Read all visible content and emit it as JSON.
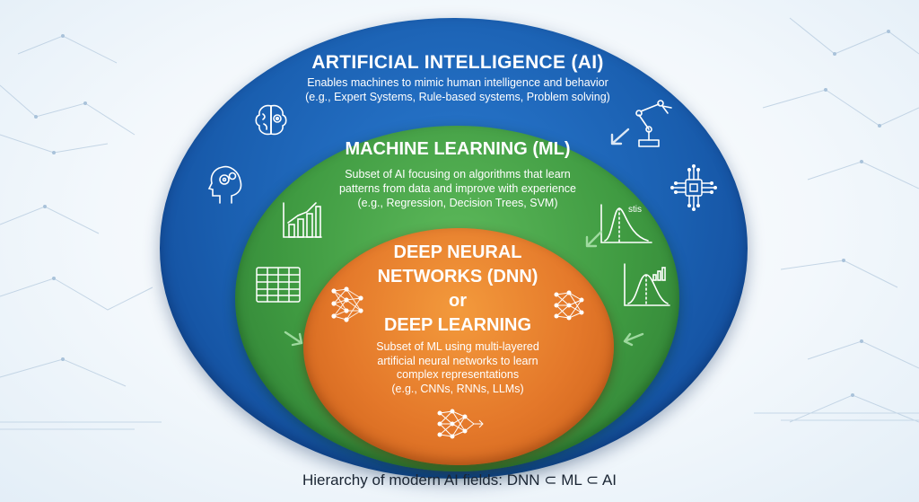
{
  "ai": {
    "title": "ARTIFICIAL INTELLIGENCE (AI)",
    "desc_line1": "Enables machines to mimic human intelligence and behavior",
    "desc_line2": "(e.g., Expert Systems, Rule-based systems, Problem solving)"
  },
  "ml": {
    "title": "MACHINE LEARNING (ML)",
    "desc_line1": "Subset of AI focusing on algorithms that learn",
    "desc_line2": "patterns from data and improve with experience",
    "desc_line3": "(e.g., Regression, Decision Trees, SVM)"
  },
  "dnn": {
    "title_line1": "DEEP NEURAL",
    "title_line2": "NETWORKS (DNN)",
    "title_line3": "or",
    "title_line4": "DEEP LEARNING",
    "desc_line1": "Subset of ML using multi-layered",
    "desc_line2": "artificial neural networks to learn",
    "desc_line3": "complex representations",
    "desc_line4": "(e.g., CNNs, RNNs, LLMs)"
  },
  "icon_labels": {
    "stats_label": "stis"
  },
  "caption": "Hierarchy of modern AI fields: DNN ⊂ ML ⊂ AI",
  "colors": {
    "ai_blue": "#1a5fb0",
    "ml_green": "#3f9a41",
    "dnn_orange": "#e4782a",
    "icon_stroke": "#ffffff"
  },
  "icons": [
    "brain-icon",
    "head-gears-icon",
    "robot-arm-icon",
    "chip-icon",
    "bar-chart-icon",
    "spreadsheet-icon",
    "distribution-icon",
    "stats-chart-icon",
    "neural-net-icon"
  ]
}
